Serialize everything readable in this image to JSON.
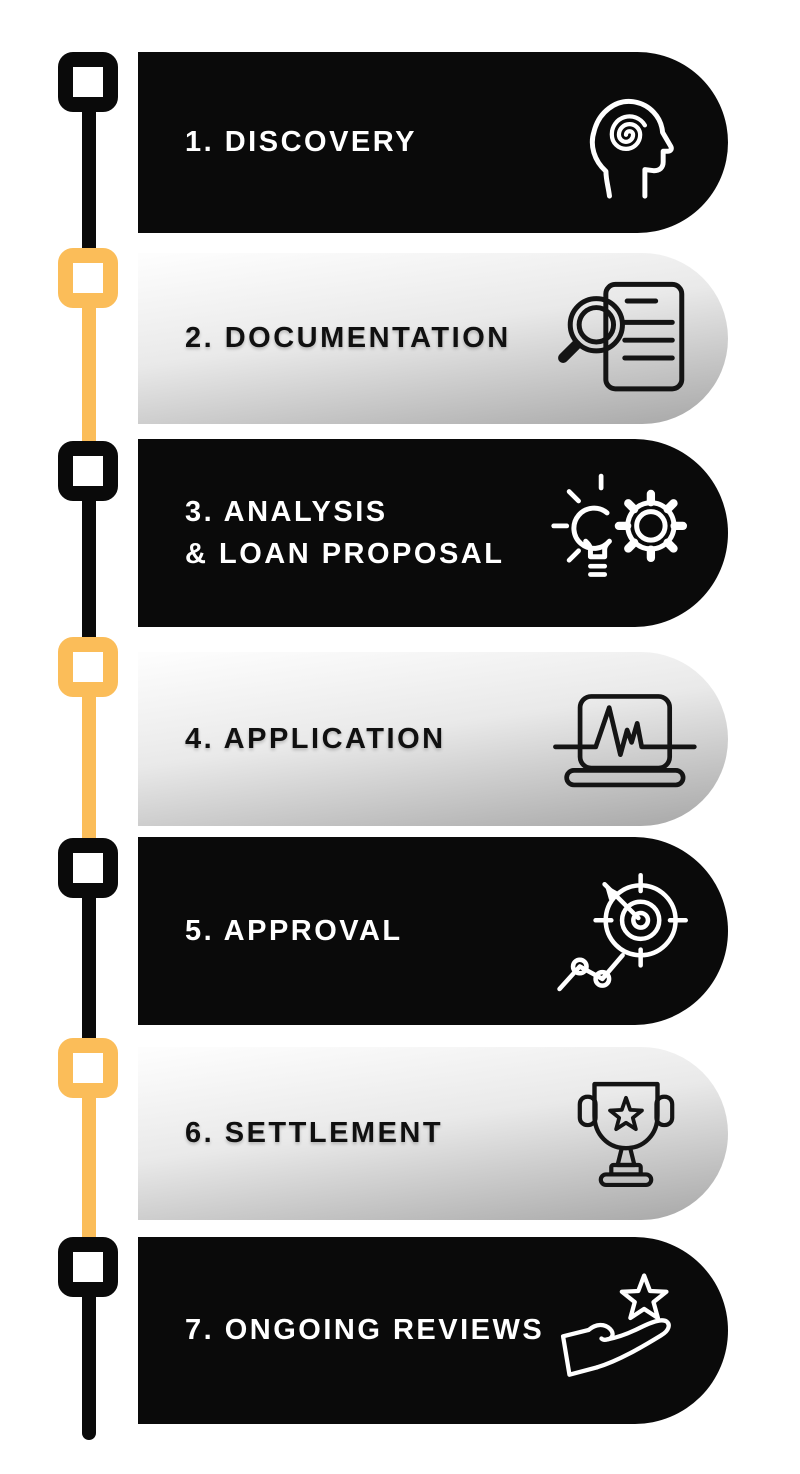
{
  "diagram": {
    "kind": "process-timeline",
    "orientation": "vertical",
    "step_count": 7
  },
  "colors": {
    "accent_yellow": "#FBBD59",
    "card_black": "#0A0A0A",
    "gradient_top": "#FDFDFD",
    "gradient_bottom": "#A9A9A9",
    "text_on_black": "#FFFFFF",
    "text_on_gradient": "#101010"
  },
  "timeline": {
    "marker_shape": "rounded-square-outline",
    "marker_colors": [
      "black",
      "yellow",
      "black",
      "yellow",
      "black",
      "yellow",
      "black"
    ]
  },
  "steps": [
    {
      "lines": [
        "1. DISCOVERY"
      ],
      "style": "black",
      "icon": "mind-spiral-icon"
    },
    {
      "lines": [
        "2. DOCUMENTATION"
      ],
      "style": "gradient",
      "icon": "document-search-icon"
    },
    {
      "lines": [
        "3. ANALYSIS",
        "& LOAN PROPOSAL"
      ],
      "style": "black",
      "icon": "idea-gear-icon"
    },
    {
      "lines": [
        "4. APPLICATION"
      ],
      "style": "gradient",
      "icon": "laptop-pulse-icon"
    },
    {
      "lines": [
        "5. APPROVAL"
      ],
      "style": "black",
      "icon": "target-arrow-icon"
    },
    {
      "lines": [
        "6. SETTLEMENT"
      ],
      "style": "gradient",
      "icon": "trophy-star-icon"
    },
    {
      "lines": [
        "7. ONGOING REVIEWS"
      ],
      "style": "black",
      "icon": "hand-star-icon"
    }
  ]
}
